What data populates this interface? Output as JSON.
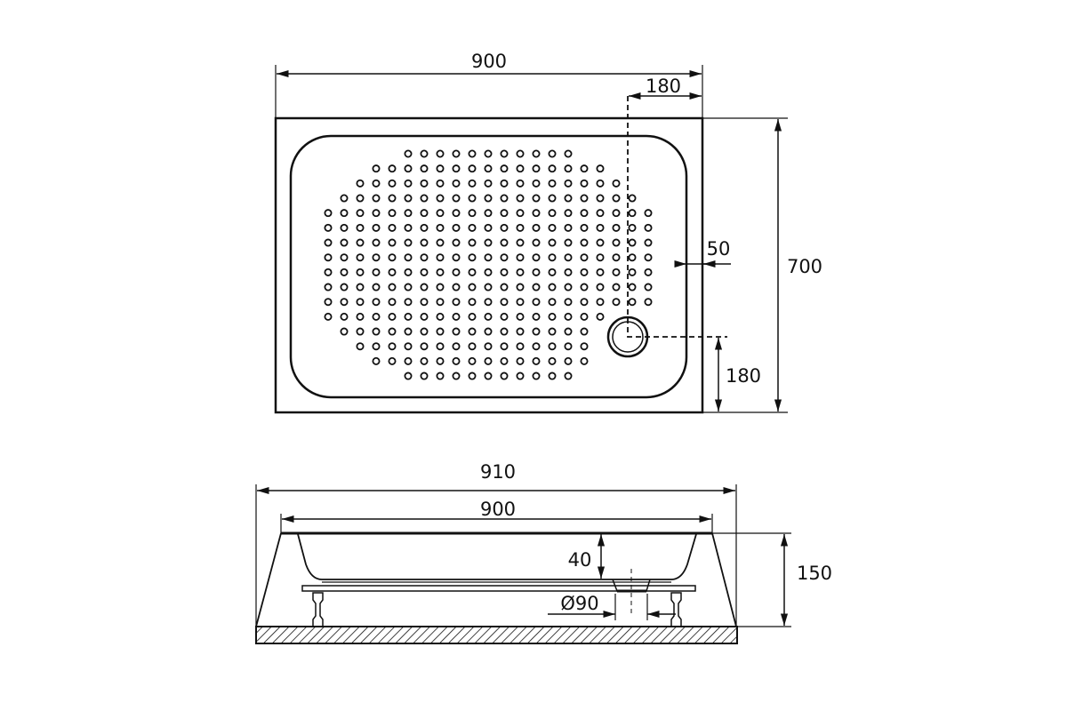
{
  "top_view": {
    "width_label": "900",
    "drain_offset_x_label": "180",
    "depth_label": "700",
    "drain_offset_y_label": "180",
    "rim_label": "50"
  },
  "side_view": {
    "overall_width_label": "910",
    "tray_width_label": "900",
    "basin_depth_label": "40",
    "total_height_label": "150",
    "drain_diameter_label": "Ø90"
  },
  "colors": {
    "line": "#111111",
    "background": "#ffffff",
    "centerline": "#666666"
  }
}
